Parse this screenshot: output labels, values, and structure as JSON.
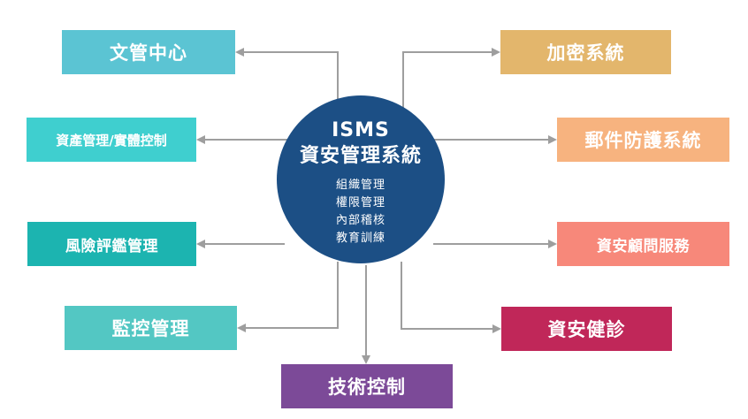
{
  "center": {
    "title": "ISMS",
    "subtitle": "資安管理系統",
    "items": [
      "組織管理",
      "權限管理",
      "內部稽核",
      "教育訓練"
    ],
    "color": "#1c4f85"
  },
  "nodes": {
    "docs_center": {
      "label": "文管中心",
      "color": "#5bc4d3"
    },
    "asset_mgmt": {
      "label": "資產管理/實體控制",
      "color": "#3fcfcf"
    },
    "risk_mgmt": {
      "label": "風險評鑑管理",
      "color": "#1cb4b0"
    },
    "monitor_mgmt": {
      "label": "監控管理",
      "color": "#53c7c3"
    },
    "tech_control": {
      "label": "技術控制",
      "color": "#7c4a98"
    },
    "encryption": {
      "label": "加密系統",
      "color": "#e3b66c"
    },
    "mail_protection": {
      "label": "郵件防護系統",
      "color": "#f7b37f"
    },
    "consulting": {
      "label": "資安顧問服務",
      "color": "#f7887a"
    },
    "health_check": {
      "label": "資安健診",
      "color": "#c02759"
    }
  },
  "connector_color": "#9e9e9e"
}
